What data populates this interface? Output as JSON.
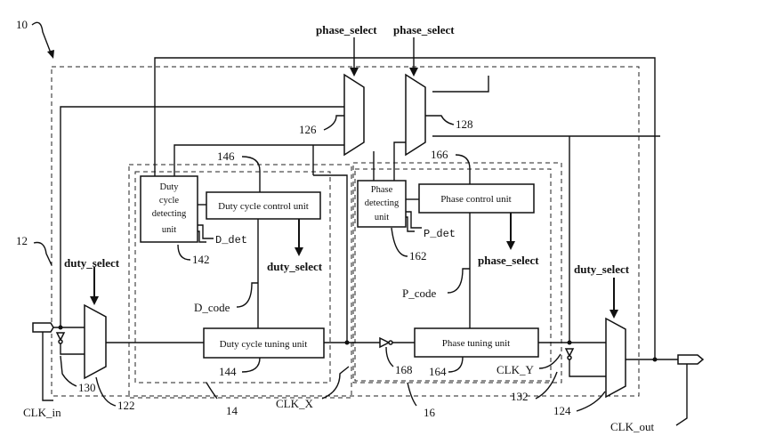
{
  "figure_number": "10",
  "region_labels": {
    "overall": "12",
    "duty_block": "14",
    "phase_block": "16"
  },
  "blocks": {
    "duty_detect": [
      "Duty",
      "cycle",
      "detecting",
      "unit"
    ],
    "duty_control": "Duty cycle control unit",
    "duty_tuning": "Duty cycle tuning unit",
    "phase_detect": [
      "Phase",
      "detecting",
      "unit"
    ],
    "phase_control": "Phase control unit",
    "phase_tuning": "Phase tuning unit"
  },
  "signals": {
    "phase_select_1": "phase_select",
    "phase_select_2": "phase_select",
    "duty_select_in": "duty_select",
    "duty_select_mid": "duty_select",
    "duty_select_out": "duty_select",
    "phase_select_mid": "phase_select",
    "d_det": "D_det",
    "p_det": "P_det",
    "d_code": "D_code",
    "p_code": "P_code",
    "clk_in": "CLK_in",
    "clk_out": "CLK_out",
    "clk_x": "CLK_X",
    "clk_y": "CLK_Y"
  },
  "ref_numbers": {
    "r126": "126",
    "r128": "128",
    "r146": "146",
    "r166": "166",
    "r142": "142",
    "r162": "162",
    "r144": "144",
    "r164": "164",
    "r168": "168",
    "r130": "130",
    "r122": "122",
    "r132": "132",
    "r124": "124"
  }
}
